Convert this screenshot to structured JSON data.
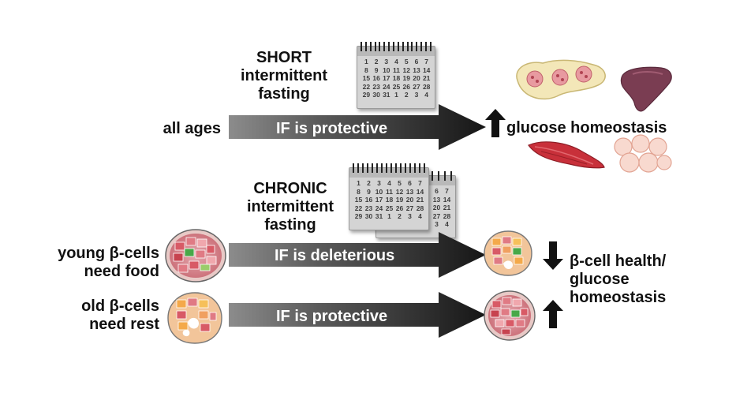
{
  "top": {
    "regimen": [
      "SHORT",
      "intermittent",
      "fasting"
    ],
    "group": "all ages",
    "arrow_text": "IF is protective",
    "outcome": "glucose homeostasis"
  },
  "bottom": {
    "regimen": [
      "CHRONIC",
      "intermittent",
      "fasting"
    ],
    "young": {
      "line1": "young β-cells",
      "line2": "need food",
      "arrow_text": "IF is deleterious"
    },
    "old": {
      "line1": "old β-cells",
      "line2": "need rest",
      "arrow_text": "IF is protective"
    },
    "outcome": [
      "β-cell health/",
      "glucose",
      "homeostasis"
    ]
  },
  "calendar_full": [
    [
      "1",
      "2",
      "3",
      "4",
      "5",
      "6",
      "7"
    ],
    [
      "8",
      "9",
      "10",
      "11",
      "12",
      "13",
      "14"
    ],
    [
      "15",
      "16",
      "17",
      "18",
      "19",
      "20",
      "21"
    ],
    [
      "22",
      "23",
      "24",
      "25",
      "26",
      "27",
      "28"
    ],
    [
      "29",
      "30",
      "31",
      "1",
      "2",
      "3",
      "4"
    ]
  ],
  "calendar_partial": [
    [
      "6",
      "7"
    ],
    [
      "13",
      "14"
    ],
    [
      "20",
      "21"
    ],
    [
      "27",
      "28"
    ],
    [
      "3",
      "4"
    ]
  ],
  "colors": {
    "arrow_dark": "#1a1a1a",
    "arrow_light": "#8a8a8a",
    "liver": "#7a3d52",
    "muscle": "#c8303a",
    "fat": "#f6cfc3",
    "pancreas": "#f3e7b8",
    "islet": "#d7828c"
  },
  "icons": [
    "calendar-icon",
    "pancreas-icon",
    "liver-icon",
    "muscle-icon",
    "fat-cells-icon",
    "islet-icon",
    "up-arrow-icon",
    "down-arrow-icon"
  ]
}
